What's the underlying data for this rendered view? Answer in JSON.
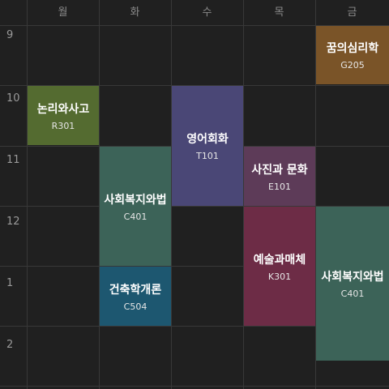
{
  "days": [
    "월",
    "화",
    "수",
    "목",
    "금"
  ],
  "hours": [
    "9",
    "10",
    "11",
    "12",
    "1",
    "2"
  ],
  "courses": [
    {
      "name": "꿈의심리학",
      "room": "G205",
      "color": "#7a5428"
    },
    {
      "name": "논리와사고",
      "room": "R301",
      "color": "#546b30"
    },
    {
      "name": "영어회화",
      "room": "T101",
      "color": "#4a4776"
    },
    {
      "name": "사진과 문화",
      "room": "E101",
      "color": "#5d3b58"
    },
    {
      "name": "사회복지와법",
      "room": "C401",
      "color": "#3c6358"
    },
    {
      "name": "예술과매체",
      "room": "K301",
      "color": "#6d2c46"
    },
    {
      "name": "건축학개론",
      "room": "C504",
      "color": "#1d5770"
    },
    {
      "name": "사회복지와법",
      "room": "C401",
      "color": "#3c6358"
    }
  ]
}
